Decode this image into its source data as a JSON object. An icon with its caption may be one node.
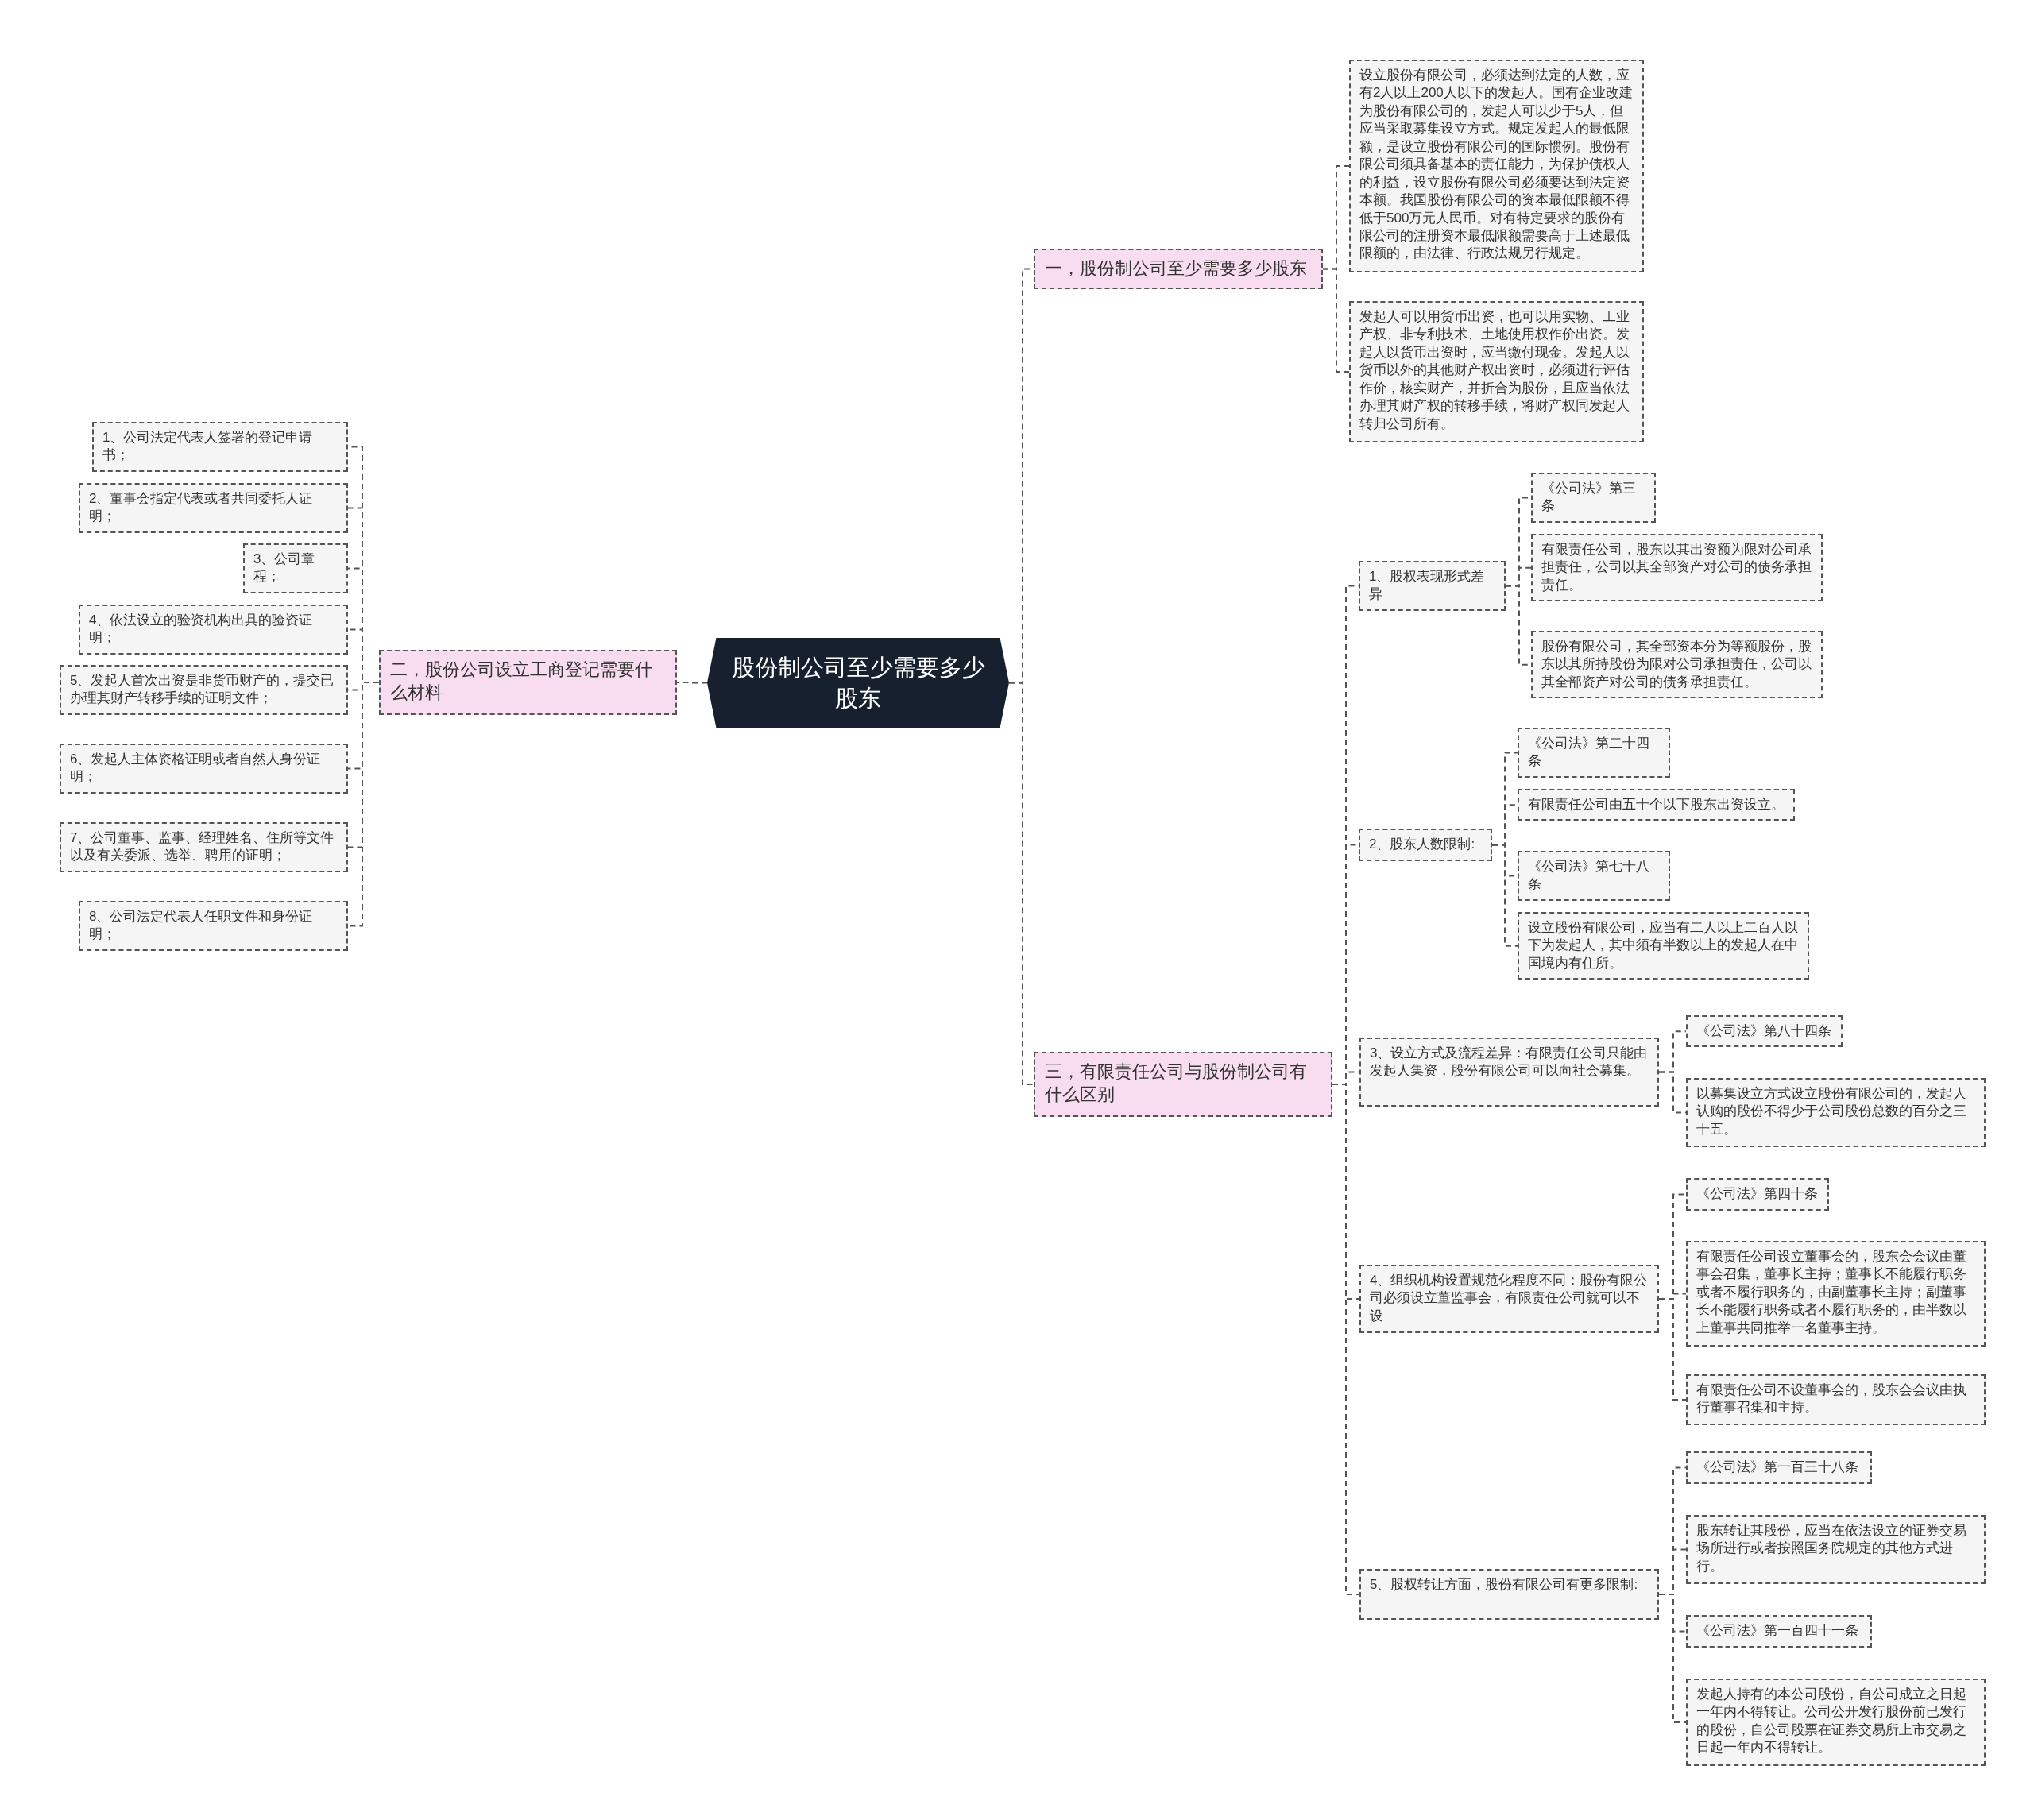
{
  "diagram": {
    "nodes": [
      {
        "text": [
          "股份制公司至少需要多少股东"
        ]
      },
      {
        "text": [
          "一，股份制公司至少需要多少股东"
        ]
      },
      {
        "text": [
          "设立股份有限公司，必须达到法定的人数，应有2人以上200人以下的发起人。国有企业改建为股份有限公司的，发起人可以少于5人，但应当采取募集设立方式。规定发起人的最低限额，是设立股份有限公司的国际惯例。股份有限公司须具备基本的责任能力，为保护债权人的利益，设立股份有限公司必须要达到法定资本额。我国股份有限公司的资本最低限额不得低于500万元人民币。对有特定要求的股份有限公司的注册资本最低限额需要高于上述最低限额的，由法律、行政法规另行规定。"
        ]
      },
      {
        "text": [
          "发起人可以用货币出资，也可以用实物、工业产权、非专利技术、土地使用权作价出资。发起人以货币出资时，应当缴付现金。发起人以货币以外的其他财产权出资时，必须进行评估作价，核实财产，并折合为股份，且应当依法办理其财产权的转移手续，将财产权同发起人转归公司所有。"
        ]
      },
      {
        "text": [
          "二，股份公司设立工商登记需要什么材料"
        ]
      },
      {
        "text": [
          "1、公司法定代表人签署的登记申请书；"
        ]
      },
      {
        "text": [
          "2、董事会指定代表或者共同委托人证明；"
        ]
      },
      {
        "text": [
          "3、公司章程；"
        ]
      },
      {
        "text": [
          "4、依法设立的验资机构出具的验资证明；"
        ]
      },
      {
        "text": [
          "5、发起人首次出资是非货币财产的，提交已办理其财产转移手续的证明文件；"
        ]
      },
      {
        "text": [
          "6、发起人主体资格证明或者自然人身份证明；"
        ]
      },
      {
        "text": [
          "7、公司董事、监事、经理姓名、住所等文件以及有关委派、选举、聘用的证明；"
        ]
      },
      {
        "text": [
          "8、公司法定代表人任职文件和身份证明；"
        ]
      },
      {
        "text": [
          "三，有限责任公司与股份制公司有什么区别"
        ]
      },
      {
        "text": [
          "1、股权表现形式差异"
        ]
      },
      {
        "text": [
          "《公司法》第三条"
        ]
      },
      {
        "text": [
          "有限责任公司，股东以其出资额为限对公司承担责任，公司以其全部资产对公司的债务承担责任。"
        ]
      },
      {
        "text": [
          "股份有限公司，其全部资本分为等额股份，股东以其所持股份为限对公司承担责任，公司以其全部资产对公司的债务承担责任。"
        ]
      },
      {
        "text": [
          "2、股东人数限制:"
        ]
      },
      {
        "text": [
          "《公司法》第二十四条"
        ]
      },
      {
        "text": [
          "有限责任公司由五十个以下股东出资设立。"
        ]
      },
      {
        "text": [
          "《公司法》第七十八条"
        ]
      },
      {
        "text": [
          "设立股份有限公司，应当有二人以上二百人以下为发起人，其中须有半数以上的发起人在中国境内有住所。"
        ]
      },
      {
        "text": [
          "3、设立方式及流程差异：有限责任公司只能由发起人集资，股份有限公司可以向社会募集。"
        ]
      },
      {
        "text": [
          "《公司法》第八十四条"
        ]
      },
      {
        "text": [
          "以募集设立方式设立股份有限公司的，发起人认购的股份不得少于公司股份总数的百分之三十五。"
        ]
      },
      {
        "text": [
          "4、组织机构设置规范化程度不同：股份有限公司必须设立董监事会，有限责任公司就可以不设"
        ]
      },
      {
        "text": [
          "《公司法》第四十条"
        ]
      },
      {
        "text": [
          "有限责任公司设立董事会的，股东会会议由董事会召集，董事长主持；董事长不能履行职务或者不履行职务的，由副董事长主持；副董事长不能履行职务或者不履行职务的，由半数以上董事共同推举一名董事主持。"
        ]
      },
      {
        "text": [
          "有限责任公司不设董事会的，股东会会议由执行董事召集和主持。"
        ]
      },
      {
        "text": [
          "5、股权转让方面，股份有限公司有更多限制:"
        ]
      },
      {
        "text": [
          "《公司法》第一百三十八条"
        ]
      },
      {
        "text": [
          "股东转让其股份，应当在依法设立的证券交易场所进行或者按照国务院规定的其他方式进行。"
        ]
      },
      {
        "text": [
          "《公司法》第一百四十一条"
        ]
      },
      {
        "text": [
          "发起人持有的本公司股份，自公司成立之日起一年内不得转让。公司公开发行股份前已发行的股份，自公司股票在证券交易所上市交易之日起一年内不得转让。"
        ]
      }
    ],
    "edges": [
      {
        "from": 0,
        "to": 1,
        "arrow": "none"
      },
      {
        "from": 1,
        "to": 2,
        "arrow": "none"
      },
      {
        "from": 1,
        "to": 3,
        "arrow": "none"
      },
      {
        "from": 0,
        "to": 4,
        "arrow": "none"
      },
      {
        "from": 4,
        "to": 5,
        "arrow": "none"
      },
      {
        "from": 4,
        "to": 6,
        "arrow": "none"
      },
      {
        "from": 4,
        "to": 7,
        "arrow": "none"
      },
      {
        "from": 4,
        "to": 8,
        "arrow": "none"
      },
      {
        "from": 4,
        "to": 9,
        "arrow": "none"
      },
      {
        "from": 4,
        "to": 10,
        "arrow": "none"
      },
      {
        "from": 4,
        "to": 11,
        "arrow": "none"
      },
      {
        "from": 4,
        "to": 12,
        "arrow": "none"
      },
      {
        "from": 0,
        "to": 13,
        "arrow": "none"
      },
      {
        "from": 13,
        "to": 14,
        "arrow": "none"
      },
      {
        "from": 14,
        "to": 15,
        "arrow": "none"
      },
      {
        "from": 14,
        "to": 16,
        "arrow": "none"
      },
      {
        "from": 14,
        "to": 17,
        "arrow": "none"
      },
      {
        "from": 13,
        "to": 18,
        "arrow": "none"
      },
      {
        "from": 18,
        "to": 19,
        "arrow": "none"
      },
      {
        "from": 18,
        "to": 20,
        "arrow": "none"
      },
      {
        "from": 18,
        "to": 21,
        "arrow": "none"
      },
      {
        "from": 18,
        "to": 22,
        "arrow": "none"
      },
      {
        "from": 13,
        "to": 23,
        "arrow": "none"
      },
      {
        "from": 23,
        "to": 24,
        "arrow": "none"
      },
      {
        "from": 23,
        "to": 25,
        "arrow": "none"
      },
      {
        "from": 13,
        "to": 26,
        "arrow": "none"
      },
      {
        "from": 26,
        "to": 27,
        "arrow": "none"
      },
      {
        "from": 26,
        "to": 28,
        "arrow": "none"
      },
      {
        "from": 26,
        "to": 29,
        "arrow": "none"
      },
      {
        "from": 13,
        "to": 30,
        "arrow": "none"
      },
      {
        "from": 30,
        "to": 31,
        "arrow": "none"
      },
      {
        "from": 30,
        "to": 32,
        "arrow": "none"
      },
      {
        "from": 30,
        "to": 33,
        "arrow": "none"
      },
      {
        "from": 30,
        "to": 34,
        "arrow": "none"
      }
    ]
  }
}
